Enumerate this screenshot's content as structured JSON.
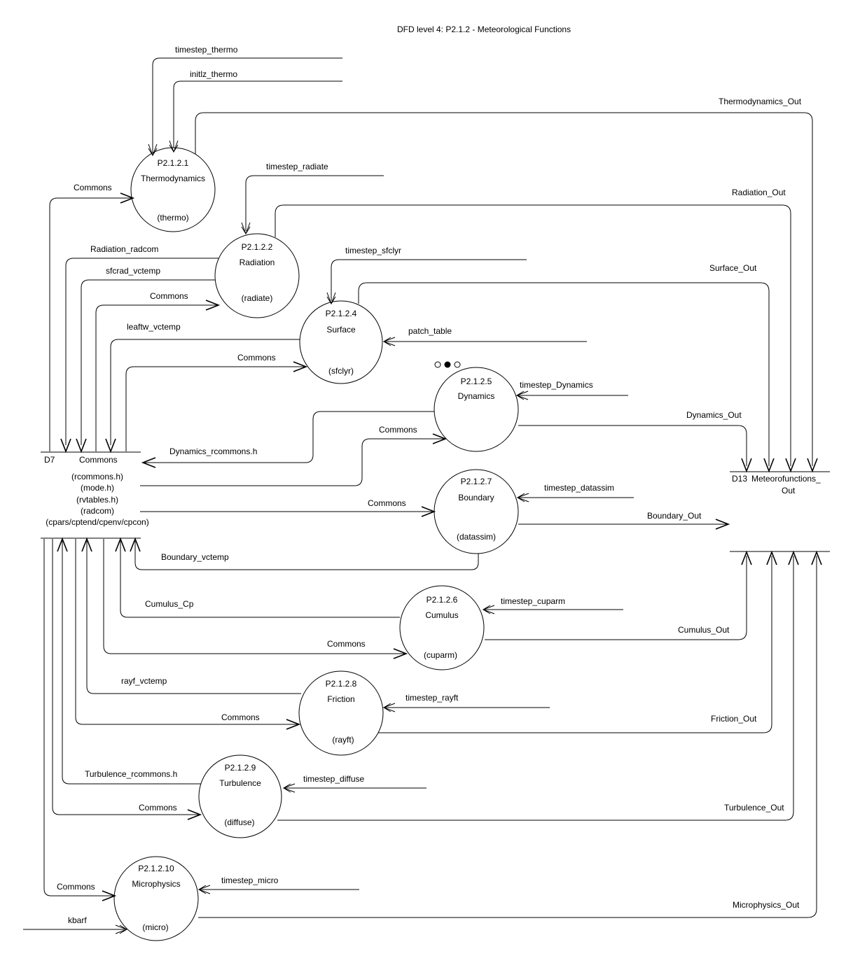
{
  "title": "DFD level 4: P2.1.2 - Meteorological Functions",
  "processes": [
    {
      "id": "P2.1.2.1",
      "name": "Thermodynamics",
      "code": "(thermo)"
    },
    {
      "id": "P2.1.2.2",
      "name": "Radiation",
      "code": "(radiate)"
    },
    {
      "id": "P2.1.2.4",
      "name": "Surface",
      "code": "(sfclyr)"
    },
    {
      "id": "P2.1.2.5",
      "name": "Dynamics",
      "code": ""
    },
    {
      "id": "P2.1.2.7",
      "name": "Boundary",
      "code": "(datassim)"
    },
    {
      "id": "P2.1.2.6",
      "name": "Cumulus",
      "code": "(cuparm)"
    },
    {
      "id": "P2.1.2.8",
      "name": "Friction",
      "code": "(rayft)"
    },
    {
      "id": "P2.1.2.9",
      "name": "Turbulence",
      "code": "(diffuse)"
    },
    {
      "id": "P2.1.2.10",
      "name": "Microphysics",
      "code": "(micro)"
    }
  ],
  "stores": {
    "d7": {
      "id": "D7",
      "name": "Commons",
      "files": [
        "(rcommons.h)",
        "(mode.h)",
        "(rvtables.h)",
        "(radcom)",
        "(cpars/cptend/cpenv/cpcon)"
      ]
    },
    "d13": {
      "id": "D13",
      "name": "Meteorofunctions_",
      "name2": "Out"
    }
  },
  "flows": [
    "timestep_thermo",
    "initlz_thermo",
    "Thermodynamics_Out",
    "Commons",
    "timestep_radiate",
    "Radiation_Out",
    "Radiation_radcom",
    "sfcrad_vctemp",
    "Commons",
    "timestep_sfclyr",
    "Surface_Out",
    "leaftw_vctemp",
    "patch_table",
    "Commons",
    "timestep_Dynamics",
    "Dynamics_Out",
    "Commons",
    "Dynamics_rcommons.h",
    "timestep_datassim",
    "Commons",
    "Boundary_Out",
    "Boundary_vctemp",
    "Cumulus_Cp",
    "timestep_cuparm",
    "Cumulus_Out",
    "Commons",
    "rayf_vctemp",
    "timestep_rayft",
    "Commons",
    "Friction_Out",
    "Turbulence_rcommons.h",
    "timestep_diffuse",
    "Commons",
    "Turbulence_Out",
    "timestep_micro",
    "Commons",
    "Microphysics_Out",
    "kbarf"
  ]
}
